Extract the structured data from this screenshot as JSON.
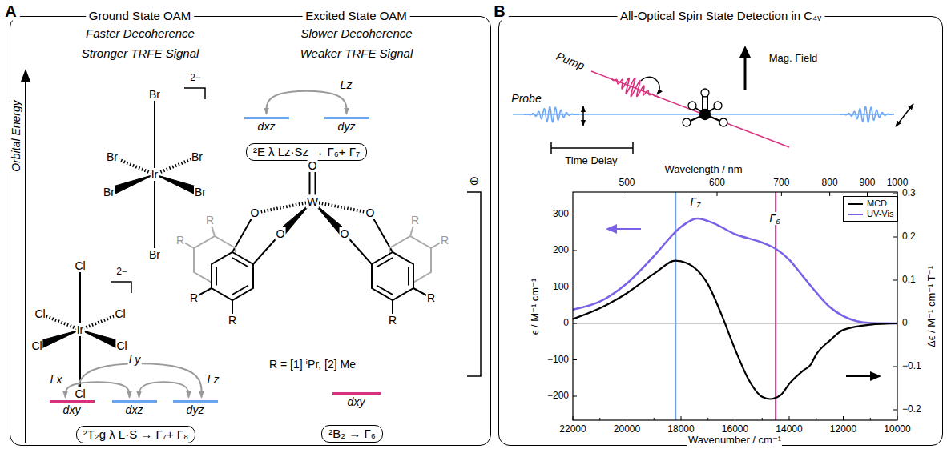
{
  "diagram": {
    "nodes": [
      {
        "text": [
          "A",
          "Ground State OAM",
          "Excited State OAM"
        ]
      },
      {
        "text": [
          "dxz"
        ],
        "in": 0
      },
      {
        "text": [
          "dyz"
        ],
        "in": 0
      },
      {
        "text": [
          "²E λ Lz·Sz → Γ₆+ Γ₇"
        ],
        "in": 0
      },
      {
        "text": [
          "dxy"
        ],
        "in": 0
      },
      {
        "text": [
          "²B₂ → Γ₆"
        ],
        "in": 0
      },
      {
        "text": [
          "dxy"
        ],
        "in": 0
      },
      {
        "text": [
          "dxz"
        ],
        "in": 0
      },
      {
        "text": [
          "dyz"
        ],
        "in": 0
      },
      {
        "text": [
          "²T₂g λ L·S → Γ₇+ Γ₈"
        ],
        "in": 0
      },
      {
        "text": [
          "B",
          "All-Optical Spin State Detection in C₄ᵥ"
        ]
      }
    ],
    "edges": [
      {
        "from": 1,
        "to": 2,
        "arrow": "both",
        "label": "Lz"
      },
      {
        "from": 6,
        "to": 7,
        "arrow": "both",
        "label": "Lx"
      },
      {
        "from": 6,
        "to": 8,
        "arrow": "both",
        "label": "Ly"
      },
      {
        "from": 7,
        "to": 8,
        "arrow": "both",
        "label": "Lz"
      }
    ],
    "labels": [
      "Faster Decoherence",
      "Stronger TRFE Signal",
      "Slower Decoherence",
      "Weaker TRFE Signal",
      "Orbital Energy",
      "2−",
      "Br",
      "Br",
      "Br",
      "Ir",
      "Br",
      "Br",
      "Br",
      "2−",
      "Cl",
      "Cl",
      "Cl",
      "Ir",
      "Cl",
      "Cl",
      "Cl",
      "O",
      "W",
      "O",
      "O",
      "O",
      "O",
      "R",
      "R",
      "R",
      "R",
      "R",
      "R",
      "R",
      "R",
      "⊖",
      "R = [1] ⁱPr, [2] Me",
      "Pump",
      "Probe",
      "Time Delay",
      "Mag. Field",
      "Wavelength / nm",
      "500",
      "600",
      "700",
      "800",
      "900",
      "1000",
      "Γ₇",
      "Γ₆",
      "Wavenumber / cm⁻¹",
      "22000",
      "20000",
      "18000",
      "16000",
      "14000",
      "12000",
      "10000",
      "ϵ / M⁻¹ cm⁻¹",
      "300",
      "200",
      "100",
      "0",
      "−100",
      "−200",
      "Δϵ / M⁻¹ cm⁻¹ T⁻¹",
      "0.3",
      "0.2",
      "0.1",
      "0",
      "−0.1",
      "−0.2"
    ],
    "legend": [
      {
        "text": "MCD"
      },
      {
        "text": "UV-Vis"
      }
    ]
  }
}
